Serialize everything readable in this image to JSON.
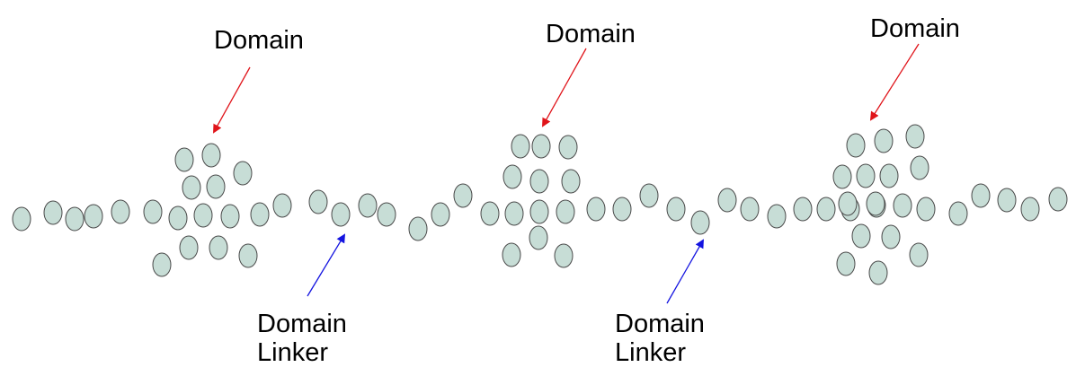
{
  "labels": {
    "domain": "Domain",
    "linker_line1": "Domain",
    "linker_line2": "Linker"
  },
  "colors": {
    "bead_fill": "#c7ddd6",
    "bead_stroke": "#4a4a4a",
    "domain_arrow": "#e0141a",
    "linker_arrow": "#1414e0"
  }
}
